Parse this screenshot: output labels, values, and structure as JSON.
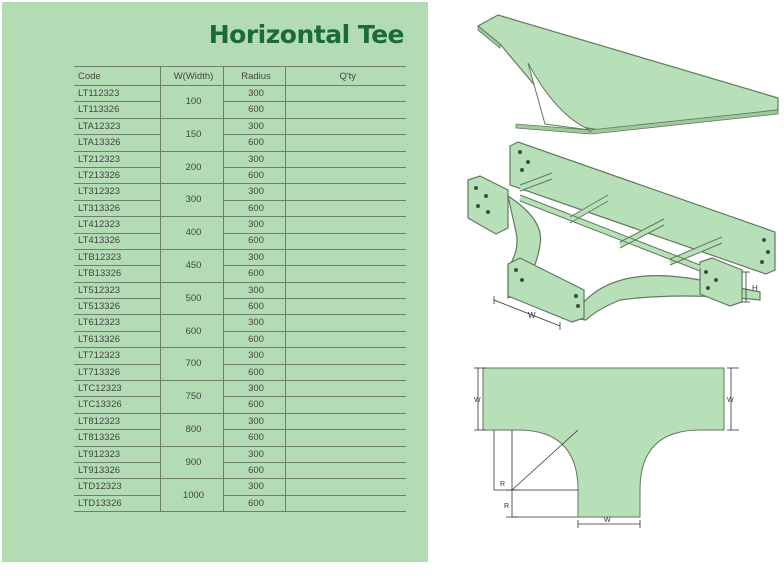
{
  "title": "Horizontal Tee",
  "table": {
    "headers": [
      "Code",
      "W(Width)",
      "Radius",
      "Q'ty"
    ],
    "groups": [
      {
        "width": "100",
        "rows": [
          {
            "code": "LT112323",
            "radius": "300"
          },
          {
            "code": "LT113326",
            "radius": "600"
          }
        ]
      },
      {
        "width": "150",
        "rows": [
          {
            "code": "LTA12323",
            "radius": "300"
          },
          {
            "code": "LTA13326",
            "radius": "600"
          }
        ]
      },
      {
        "width": "200",
        "rows": [
          {
            "code": "LT212323",
            "radius": "300"
          },
          {
            "code": "LT213326",
            "radius": "600"
          }
        ]
      },
      {
        "width": "300",
        "rows": [
          {
            "code": "LT312323",
            "radius": "300"
          },
          {
            "code": "LT313326",
            "radius": "600"
          }
        ]
      },
      {
        "width": "400",
        "rows": [
          {
            "code": "LT412323",
            "radius": "300"
          },
          {
            "code": "LT413326",
            "radius": "600"
          }
        ]
      },
      {
        "width": "450",
        "rows": [
          {
            "code": "LTB12323",
            "radius": "300"
          },
          {
            "code": "LTB13326",
            "radius": "600"
          }
        ]
      },
      {
        "width": "500",
        "rows": [
          {
            "code": "LT512323",
            "radius": "300"
          },
          {
            "code": "LT513326",
            "radius": "600"
          }
        ]
      },
      {
        "width": "600",
        "rows": [
          {
            "code": "LT612323",
            "radius": "300"
          },
          {
            "code": "LT613326",
            "radius": "600"
          }
        ]
      },
      {
        "width": "700",
        "rows": [
          {
            "code": "LT712323",
            "radius": "300"
          },
          {
            "code": "LT713326",
            "radius": "600"
          }
        ]
      },
      {
        "width": "750",
        "rows": [
          {
            "code": "LTC12323",
            "radius": "300"
          },
          {
            "code": "LTC13326",
            "radius": "600"
          }
        ]
      },
      {
        "width": "800",
        "rows": [
          {
            "code": "LT812323",
            "radius": "300"
          },
          {
            "code": "LT813326",
            "radius": "600"
          }
        ]
      },
      {
        "width": "900",
        "rows": [
          {
            "code": "LT912323",
            "radius": "300"
          },
          {
            "code": "LT913326",
            "radius": "600"
          }
        ]
      },
      {
        "width": "1000",
        "rows": [
          {
            "code": "LTD12323",
            "radius": "300"
          },
          {
            "code": "LTD13326",
            "radius": "600"
          }
        ]
      }
    ]
  },
  "diagram": {
    "dim_w": "W",
    "dim_h": "H",
    "dim_r": "R"
  },
  "colors": {
    "panel_bg": "#b4dcb4",
    "title": "#1b6b3a",
    "product_fill": "#b8e0b8",
    "product_edge": "#5f7a5f",
    "dimension": "#333333"
  }
}
